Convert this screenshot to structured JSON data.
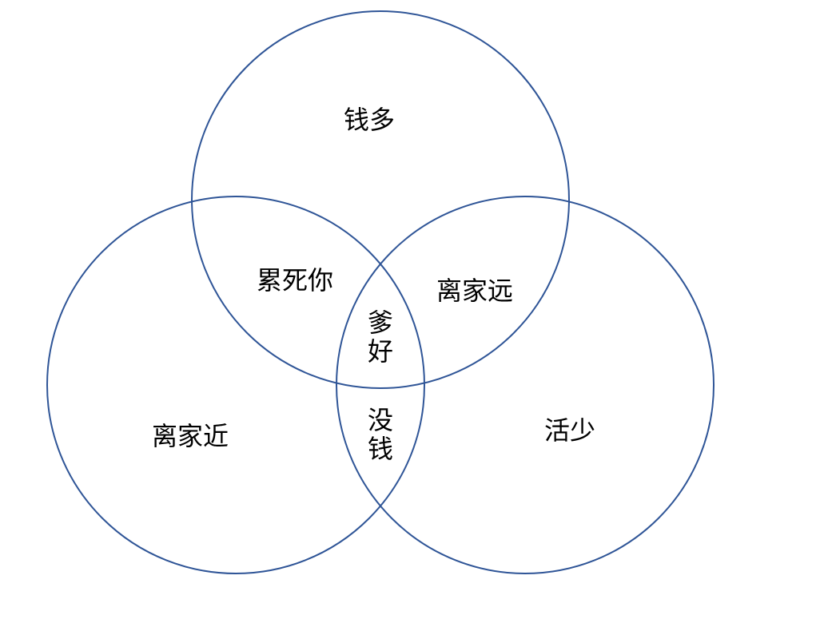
{
  "diagram": {
    "type": "venn-3",
    "stroke_color": "#2F5597",
    "text_color": "#000000",
    "background": "#ffffff",
    "regions": {
      "top_only": "钱多",
      "left_only": "离家近",
      "right_only": "活少",
      "top_left": "累死你",
      "top_right": "离家远",
      "left_right_line1": "没",
      "left_right_line2": "钱",
      "center_line1": "爹",
      "center_line2": "好"
    }
  }
}
